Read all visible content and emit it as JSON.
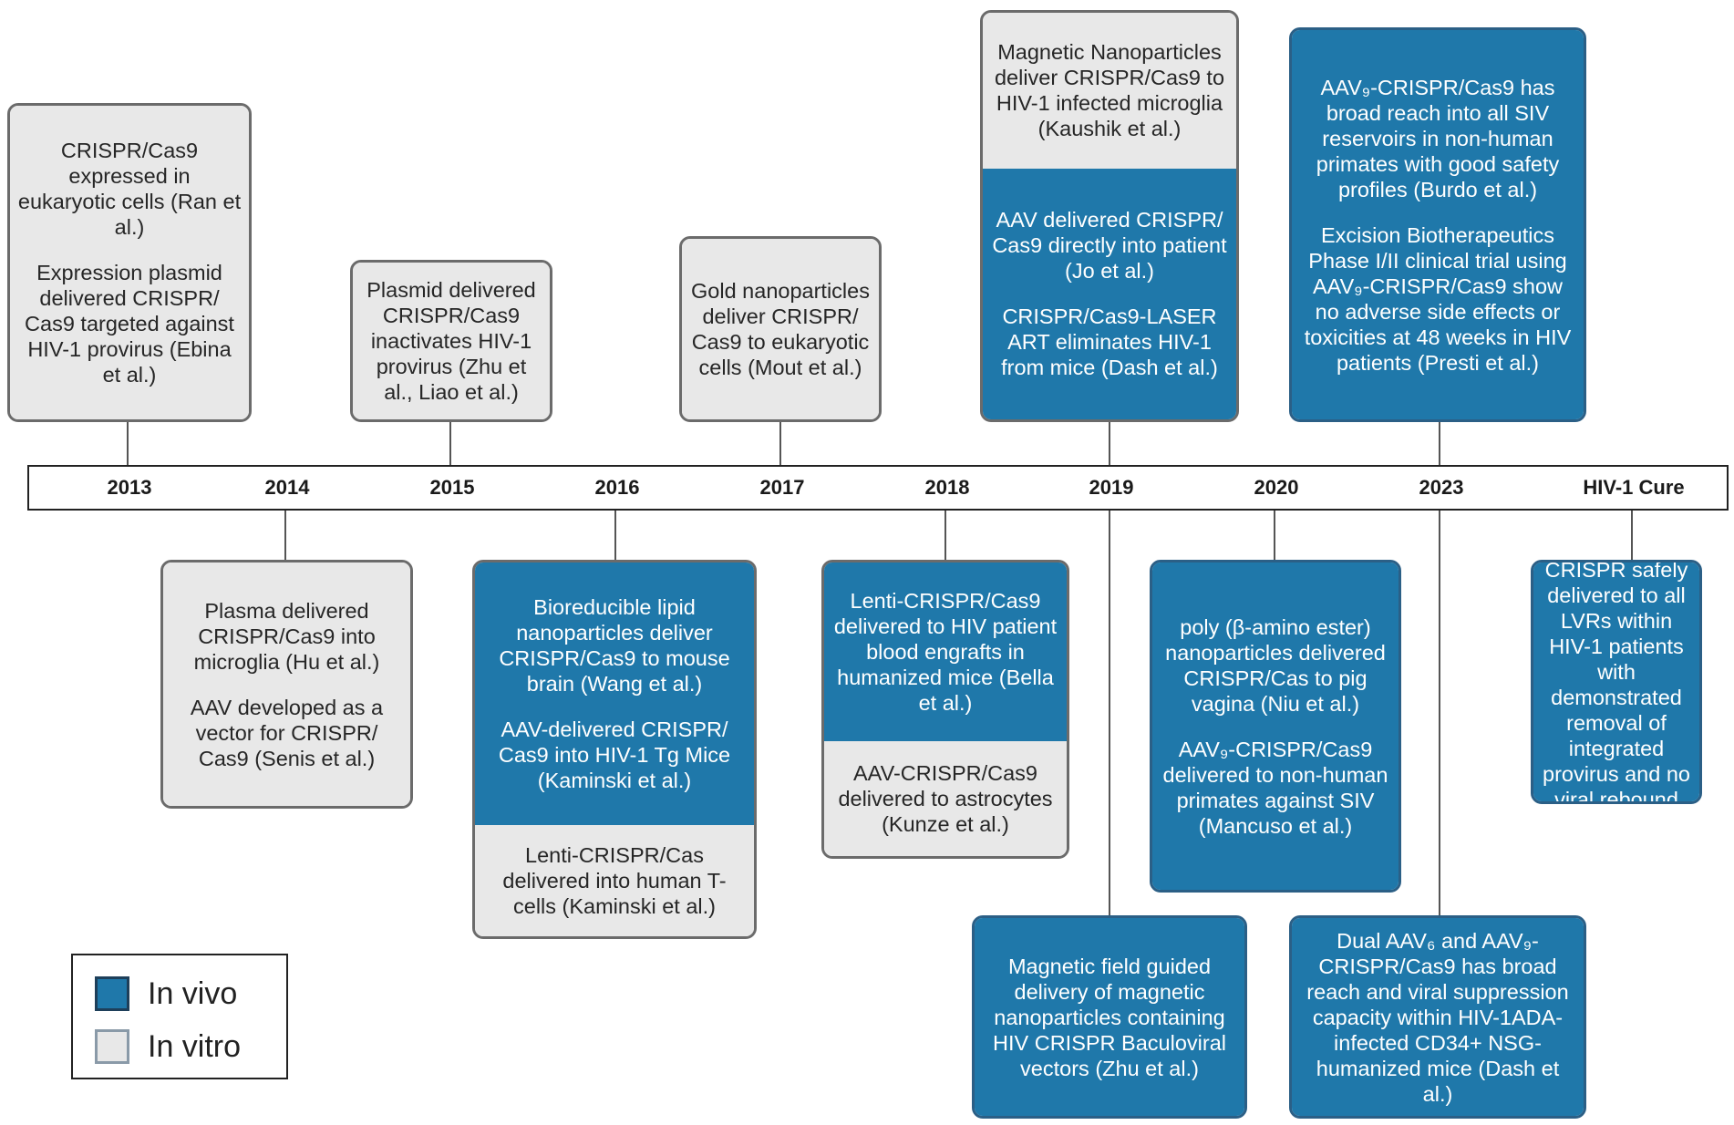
{
  "colors": {
    "in_vivo": "#1f78aa",
    "in_vitro": "#e8e8e8"
  },
  "timeline": {
    "labels": [
      "2013",
      "2014",
      "2015",
      "2016",
      "2017",
      "2018",
      "2019",
      "2020",
      "2023",
      "HIV-1 Cure"
    ]
  },
  "events": [
    {
      "label": "2013",
      "sections": [
        {
          "kind": "vitro",
          "paragraphs": [
            "CRISPR/Cas9 expressed in eukaryotic cells (Ran et al.)",
            "Expression plasmid delivered CRISPR/ Cas9 targeted against HIV-1 provirus (Ebina et al.)"
          ]
        }
      ]
    },
    {
      "label": "2014",
      "sections": [
        {
          "kind": "vitro",
          "paragraphs": [
            "Plasma delivered CRISPR/Cas9 into microglia (Hu et al.)",
            "AAV developed as a vector for CRISPR/ Cas9 (Senis et al.)"
          ]
        }
      ]
    },
    {
      "label": "2015",
      "sections": [
        {
          "kind": "vitro",
          "paragraphs": [
            "Plasmid delivered CRISPR/Cas9 inactivates  HIV-1 provirus (Zhu et al., Liao et al.)"
          ]
        }
      ]
    },
    {
      "label": "2016",
      "sections": [
        {
          "kind": "vivo",
          "paragraphs": [
            "Bioreducible lipid nanoparticles deliver CRISPR/Cas9 to mouse brain (Wang et al.)",
            "AAV-delivered CRISPR/ Cas9 into HIV-1 Tg Mice (Kaminski et al.)"
          ]
        },
        {
          "kind": "vitro",
          "paragraphs": [
            "Lenti-CRISPR/Cas delivered into human T-cells (Kaminski et al.)"
          ]
        }
      ]
    },
    {
      "label": "2017",
      "sections": [
        {
          "kind": "vitro",
          "paragraphs": [
            "Gold nanoparticles deliver CRISPR/ Cas9 to eukaryotic cells (Mout et al.)"
          ]
        }
      ]
    },
    {
      "label": "2018",
      "sections": [
        {
          "kind": "vivo",
          "paragraphs": [
            "Lenti-CRISPR/Cas9 delivered to HIV patient blood engrafts in humanized mice (Bella et al.)"
          ]
        },
        {
          "kind": "vitro",
          "paragraphs": [
            "AAV-CRISPR/Cas9 delivered to astrocytes (Kunze et al.)"
          ]
        }
      ]
    },
    {
      "label": "2019",
      "sections": [
        {
          "kind": "vitro",
          "paragraphs": [
            "Magnetic Nanoparticles deliver CRISPR/Cas9 to HIV-1 infected microglia (Kaushik et al.)"
          ]
        },
        {
          "kind": "vivo",
          "paragraphs": [
            "AAV delivered CRISPR/ Cas9 directly into patient (Jo et al.)",
            "CRISPR/Cas9-LASER ART eliminates HIV-1 from mice (Dash et al.)"
          ]
        }
      ]
    },
    {
      "label": "2019",
      "sections": [
        {
          "kind": "vivo",
          "paragraphs": [
            "Magnetic field guided delivery of magnetic nanoparticles containing HIV CRISPR Baculoviral vectors (Zhu et al.)"
          ]
        }
      ]
    },
    {
      "label": "2020",
      "sections": [
        {
          "kind": "vivo",
          "paragraphs": [
            "poly (β-amino ester) nanoparticles delivered CRISPR/Cas to pig vagina (Niu et al.)",
            "AAV₉-CRISPR/Cas9 delivered to non-human primates against SIV (Mancuso et al.)"
          ]
        }
      ]
    },
    {
      "label": "2023",
      "sections": [
        {
          "kind": "vivo",
          "paragraphs": [
            "AAV₉-CRISPR/Cas9 has broad reach into all SIV reservoirs in non-human primates with good safety profiles (Burdo et al.)",
            "Excision Biotherapeutics Phase I/II clinical trial using AAV₉-CRISPR/Cas9 show no adverse side effects or toxicities at 48 weeks in HIV patients (Presti et al.)"
          ]
        }
      ]
    },
    {
      "label": "2023",
      "sections": [
        {
          "kind": "vivo",
          "paragraphs": [
            "Dual AAV₆ and AAV₉-CRISPR/Cas9 has broad reach and viral suppression capacity within HIV-1ADA-infected CD34+ NSG-humanized mice (Dash et al.)"
          ]
        }
      ]
    },
    {
      "label": "HIV-1 Cure",
      "sections": [
        {
          "kind": "vivo",
          "paragraphs": [
            "CRISPR safely delivered to all LVRs within HIV-1 patients with demonstrated removal of integrated provirus and no viral rebound"
          ]
        }
      ]
    }
  ],
  "legend": [
    {
      "label": "In vivo",
      "color": "#1f78aa",
      "border": "#1e3f5a"
    },
    {
      "label": "In vitro",
      "color": "#e8e8e8",
      "border": "#8a9aa8"
    }
  ]
}
